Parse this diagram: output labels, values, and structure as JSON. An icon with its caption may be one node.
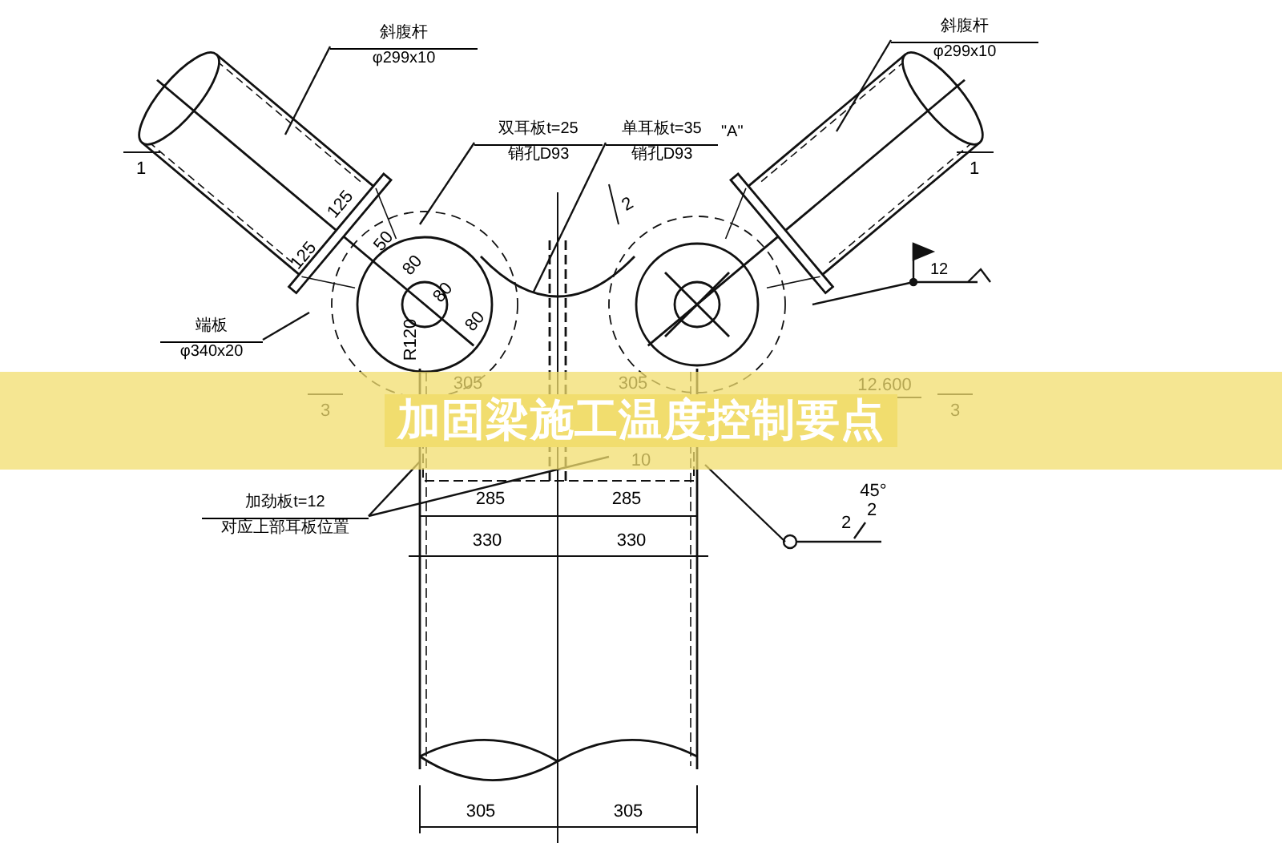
{
  "diagram": {
    "title": "加固梁施工温度控制要点",
    "nodes": [
      {
        "text": [
          "斜腹杆",
          "φ299x10"
        ]
      },
      {
        "text": [
          "斜腹杆",
          "φ299x10"
        ]
      },
      {
        "text": [
          "双耳板t=25",
          "销孔D93"
        ]
      },
      {
        "text": [
          "单耳板t=35",
          "销孔D93"
        ],
        "beside": [
          "\"A\""
        ]
      },
      {
        "text": [
          "端板",
          "φ340x20"
        ]
      },
      {
        "text": [
          "加劲板t=12",
          "对应上部耳板位置"
        ]
      },
      {
        "text": [
          "12"
        ]
      }
    ],
    "edges": [
      {
        "from": 0,
        "to": null,
        "arrow": "none"
      },
      {
        "from": 1,
        "to": null,
        "arrow": "none"
      },
      {
        "from": 2,
        "to": null,
        "arrow": "none"
      },
      {
        "from": 3,
        "to": null,
        "arrow": "none"
      },
      {
        "from": 4,
        "to": null,
        "arrow": "none"
      },
      {
        "from": 5,
        "to": null,
        "arrow": "none"
      },
      {
        "from": 5,
        "to": null,
        "arrow": "none"
      },
      {
        "from": 6,
        "to": null,
        "arrow": "other"
      }
    ],
    "labels": [
      "1",
      "1",
      "125",
      "125",
      "50",
      "80",
      "80",
      "80",
      "R120",
      "2",
      "3",
      "305",
      "305",
      "12.600",
      "3",
      "10",
      "285",
      "285",
      "45°",
      "2",
      "2",
      "330",
      "330",
      "305",
      "305"
    ]
  }
}
